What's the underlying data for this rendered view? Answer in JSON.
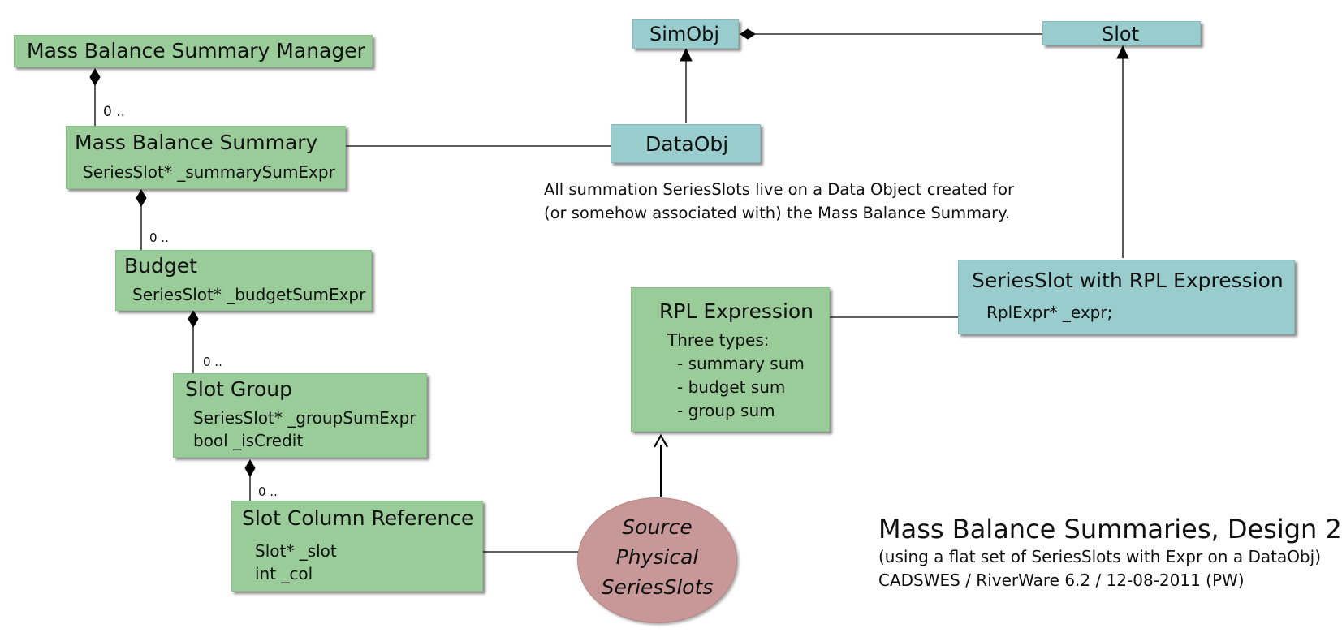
{
  "diagram": {
    "nodes": {
      "mbs_manager": {
        "title": "Mass Balance Summary Manager"
      },
      "mbs": {
        "title": "Mass Balance Summary",
        "attrs": [
          "SeriesSlot* _summarySumExpr"
        ]
      },
      "budget": {
        "title": "Budget",
        "attrs": [
          "SeriesSlot* _budgetSumExpr"
        ]
      },
      "slot_group": {
        "title": "Slot Group",
        "attrs": [
          "SeriesSlot* _groupSumExpr",
          "bool _isCredit"
        ]
      },
      "slot_col_ref": {
        "title": "Slot Column Reference",
        "attrs": [
          "Slot* _slot",
          "int _col"
        ]
      },
      "simobj": {
        "title": "SimObj"
      },
      "slot": {
        "title": "Slot"
      },
      "dataobj": {
        "title": "DataObj"
      },
      "rpl_expression": {
        "title": "RPL Expression",
        "lines": [
          "Three types:",
          "- summary sum",
          "- budget sum",
          "- group sum"
        ]
      },
      "seriesslot_rpl": {
        "title": "SeriesSlot with RPL Expression",
        "attrs": [
          "RplExpr* _expr;"
        ]
      },
      "source_slots": {
        "lines": [
          "Source",
          "Physical",
          "SeriesSlots"
        ]
      }
    },
    "multiplicities": {
      "manager_mbs": "0 ..",
      "mbs_budget": "0 ..",
      "budget_group": "0 ..",
      "group_ref": "0 .."
    },
    "note": [
      "All summation SeriesSlots live on a Data Object created for",
      "(or somehow associated with) the Mass Balance Summary."
    ],
    "caption": {
      "title": "Mass Balance Summaries, Design 2",
      "subtitle": "(using a flat set of SeriesSlots with Expr on a DataObj)",
      "credit": "CADSWES / RiverWare 6.2 / 12-08-2011 (PW)"
    },
    "colors": {
      "class_box": "#99cc99",
      "data_box": "#99cccc",
      "source_ellipse": "#c89898"
    }
  }
}
